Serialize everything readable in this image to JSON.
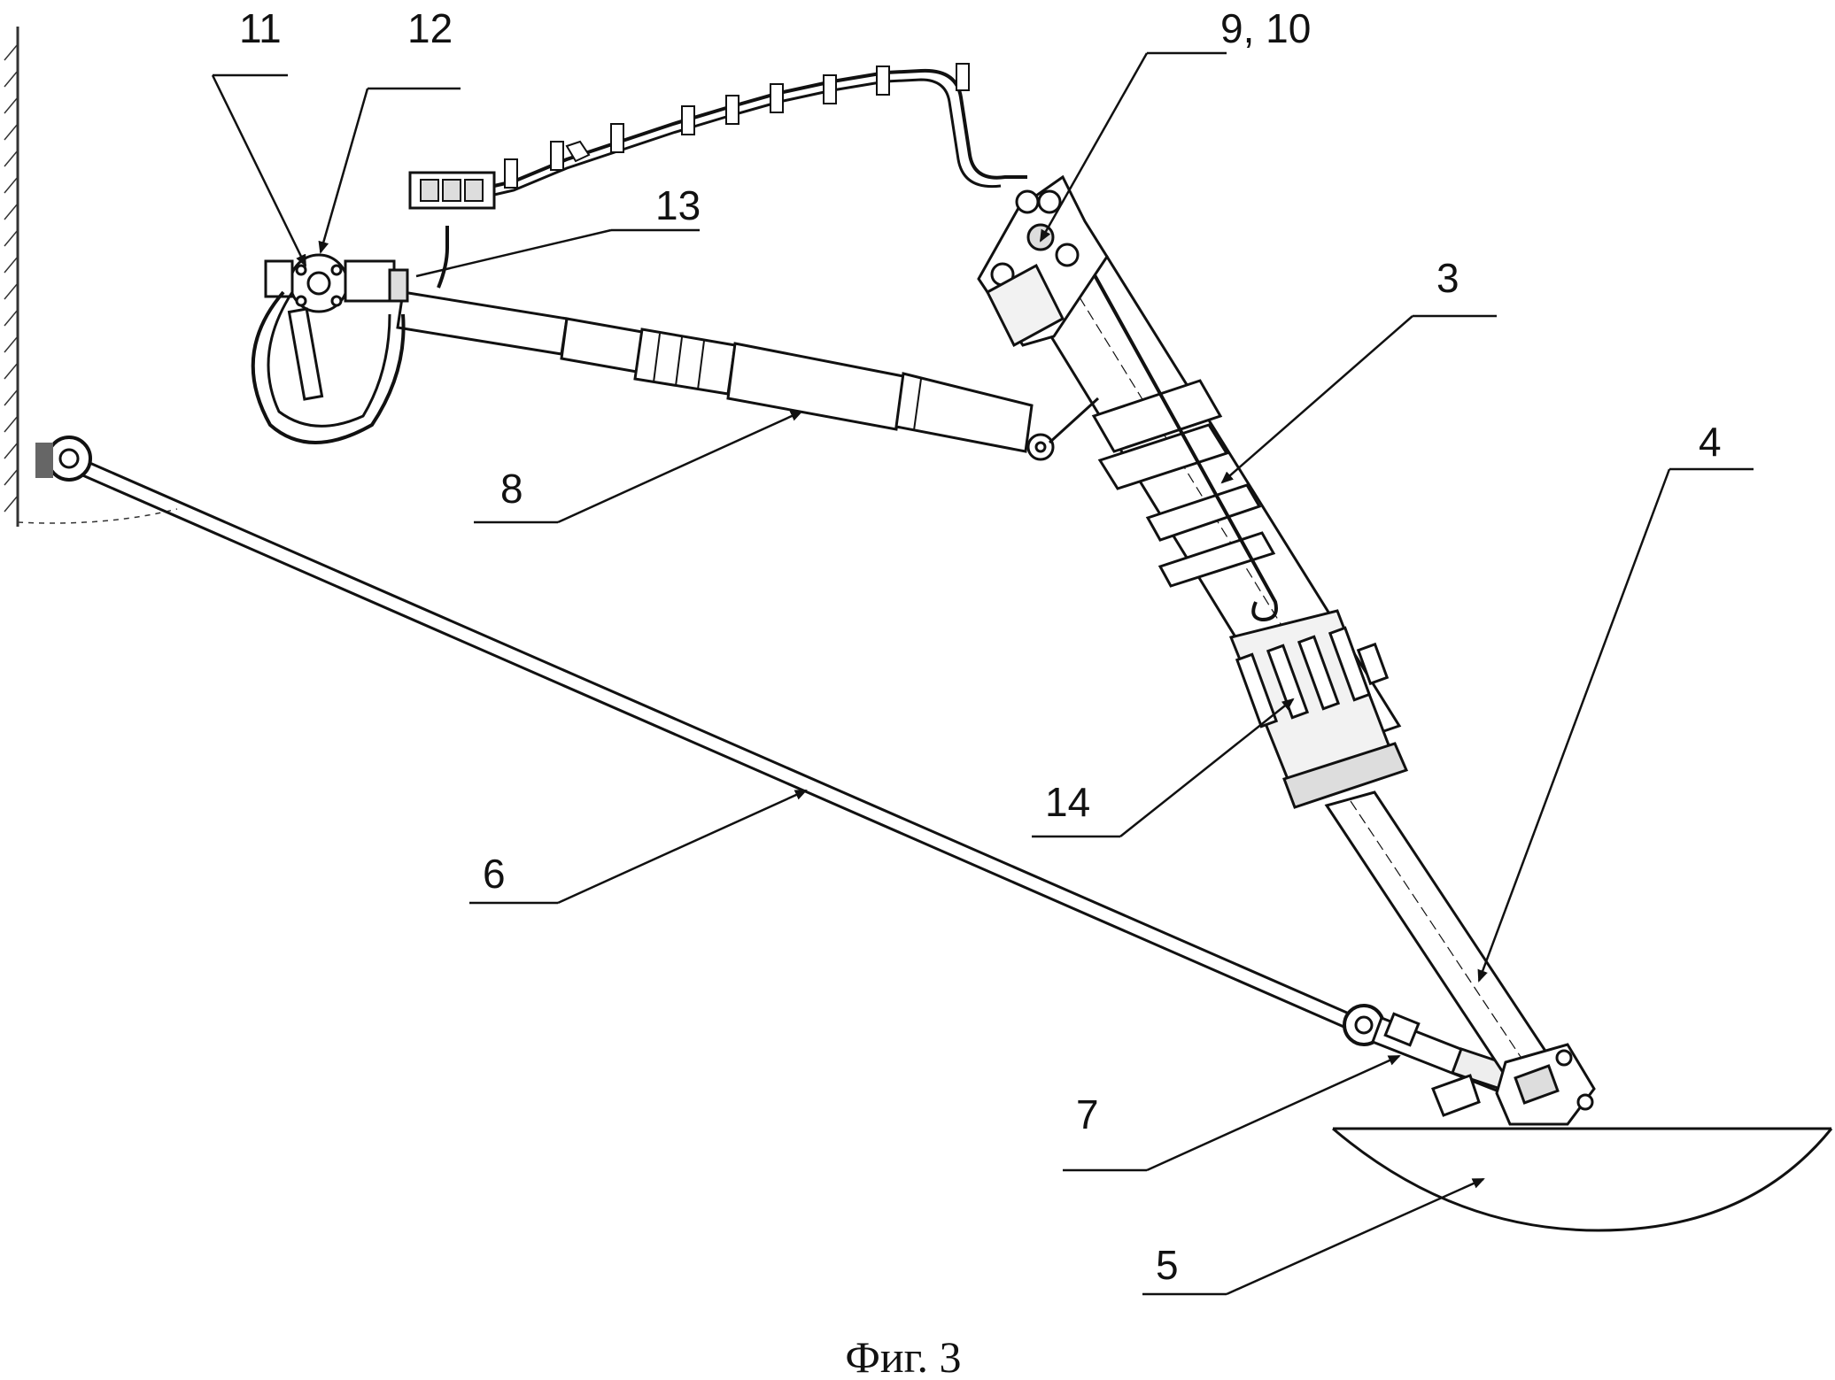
{
  "figure": {
    "caption": "Фиг. 3",
    "labels": {
      "l11": "11",
      "l12": "12",
      "l13": "13",
      "l9_10": "9, 10",
      "l3": "3",
      "l4": "4",
      "l8": "8",
      "l14": "14",
      "l6": "6",
      "l7": "7",
      "l5": "5"
    }
  },
  "colors": {
    "ink": "#111111",
    "paper": "#ffffff",
    "light": "#f4f4f4"
  }
}
